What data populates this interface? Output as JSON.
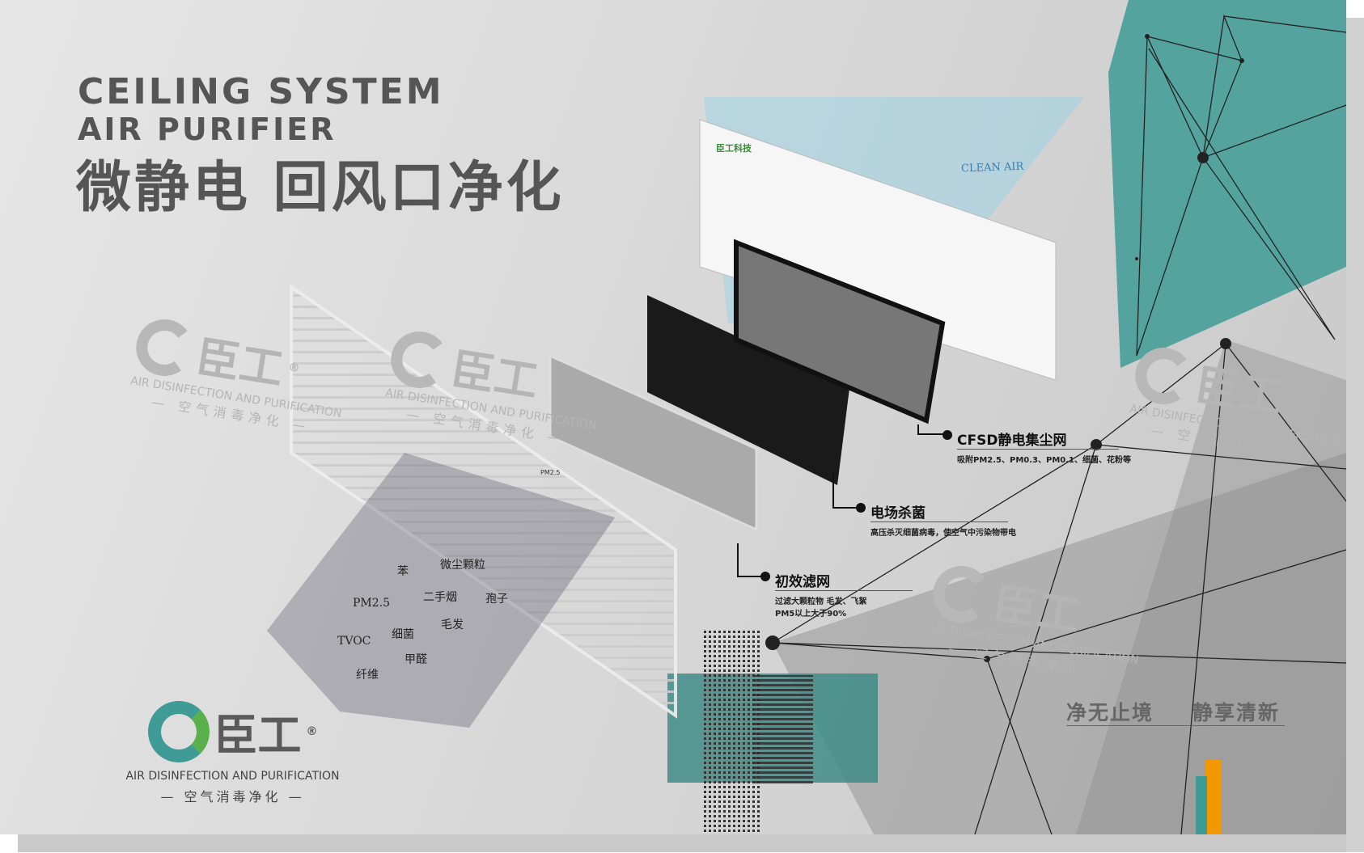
{
  "header": {
    "title_line1": "CEILING SYSTEM",
    "title_line2": "AIR PURIFIER",
    "title_cn": "微静电 回风口净化"
  },
  "brand": {
    "name": "臣工",
    "registered": "®",
    "tagline_en": "AIR DISINFECTION AND PURIFICATION",
    "tagline_cn": "— 空气消毒净化 —",
    "device_label": "臣工科技"
  },
  "airflow_label": "CLEAN AIR",
  "pollutants": [
    "苯",
    "微尘颗粒",
    "PM2.5",
    "二手烟",
    "孢子",
    "毛发",
    "细菌",
    "TVOC",
    "甲醛",
    "纤维"
  ],
  "small_label": "PM2.5",
  "components": [
    {
      "title": "CFSD静电集尘网",
      "desc": "吸附PM2.5、PM0.3、PM0.1、细菌、花粉等"
    },
    {
      "title": "电场杀菌",
      "desc": "高压杀灭细菌病毒，使空气中污染物带电"
    },
    {
      "title": "初效滤网",
      "desc": "过滤大颗粒物 毛发、飞絮",
      "desc2": "PM5以上大于90%"
    }
  ],
  "slogan": {
    "left": "净无止境",
    "right": "静享清新"
  },
  "colors": {
    "teal": "#3f9b96",
    "orange": "#f39800",
    "text": "#555555"
  }
}
